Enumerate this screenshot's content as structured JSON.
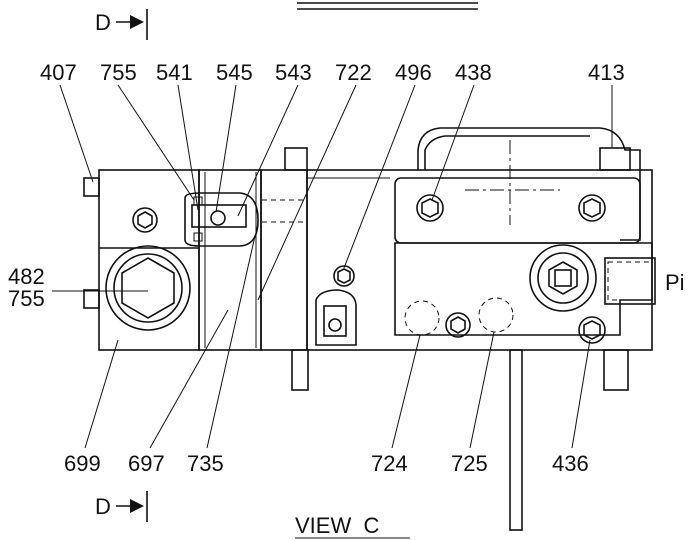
{
  "view_title": "VIEW  C",
  "section_marker_top": "D",
  "section_marker_bottom": "D",
  "port_label": "Pi",
  "callouts_top": [
    "407",
    "755",
    "541",
    "545",
    "543",
    "722",
    "496",
    "438",
    "413"
  ],
  "callouts_left": [
    "482",
    "755"
  ],
  "callouts_bottom": [
    "699",
    "697",
    "735",
    "724",
    "725",
    "436"
  ]
}
